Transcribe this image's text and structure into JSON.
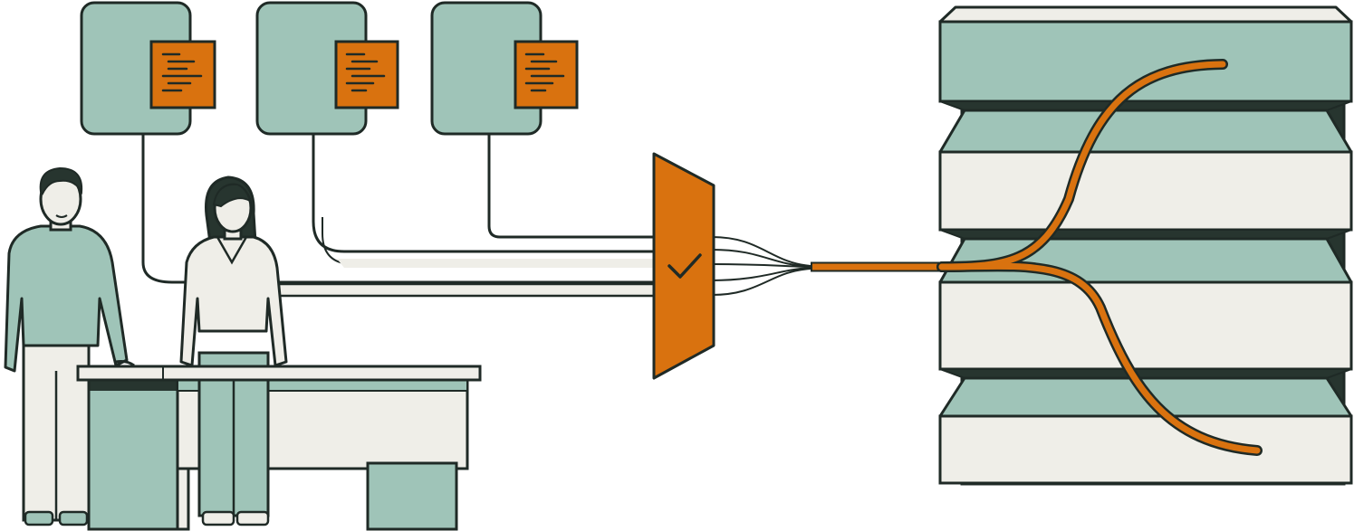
{
  "illustration": {
    "palette": {
      "sage": "#9fc4b8",
      "sage_dark": "#8fb5a8",
      "cream": "#efeee8",
      "orange": "#d9720f",
      "ink": "#1f2a26",
      "band_dark": "#27352f"
    },
    "icons": {
      "source_documents": "code-document-icon",
      "validation": "checkmark-icon"
    },
    "source_count": 3,
    "server_tiers": 4,
    "people_count": 2
  }
}
